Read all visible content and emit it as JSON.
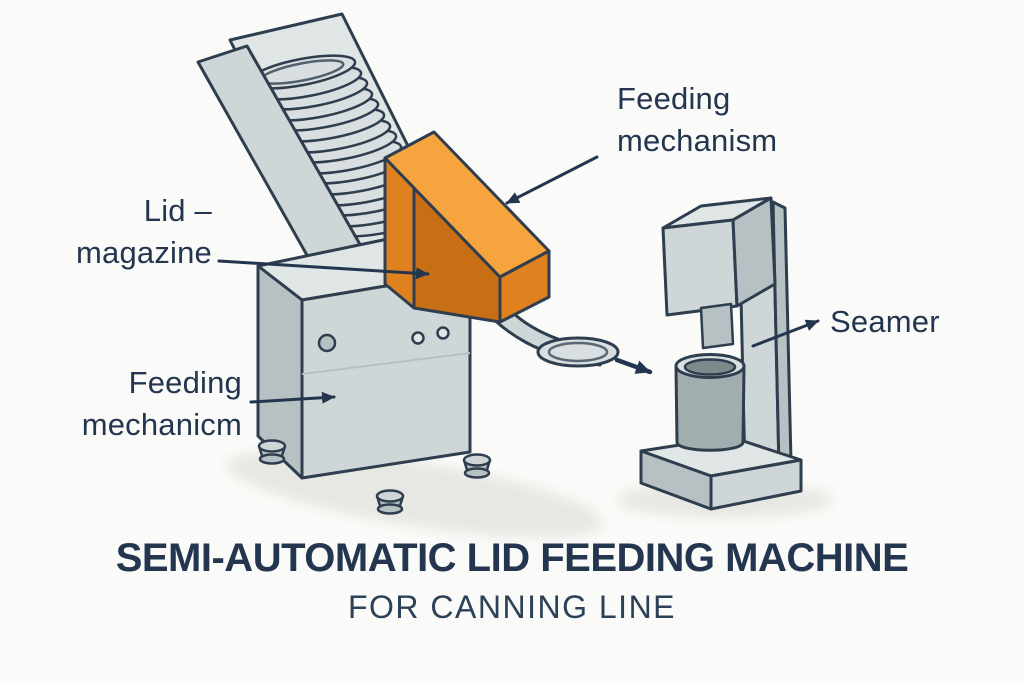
{
  "title": {
    "main": "SEMI-AUTOMATIC LID FEEDING MACHINE",
    "subtitle": "FOR CANNING LINE"
  },
  "labels": {
    "feeding_mechanism_top": {
      "line1": "Feeding",
      "line2": "mechanism"
    },
    "lid_magazine": {
      "line1": "Lid –",
      "line2": "magazine"
    },
    "feeding_mechanism_bottom": {
      "line1": "Feeding",
      "line2": "mechanicm"
    },
    "seamer": "Seamer"
  },
  "colors": {
    "background": "#fafaf8",
    "ink": "#24364f",
    "outline": "#2f3e4f",
    "machine_light": "#e0e5e6",
    "machine_mid": "#cfd6d7",
    "machine_dark": "#b7c1c3",
    "lid_gray": "#d9dfe0",
    "orange": "#f6a53e",
    "orange_dark": "#e0811f",
    "orange_deep": "#c86f16",
    "can_gray": "#a2adb0",
    "can_inner": "#7e898c",
    "shadow": "#e7e7e3"
  }
}
